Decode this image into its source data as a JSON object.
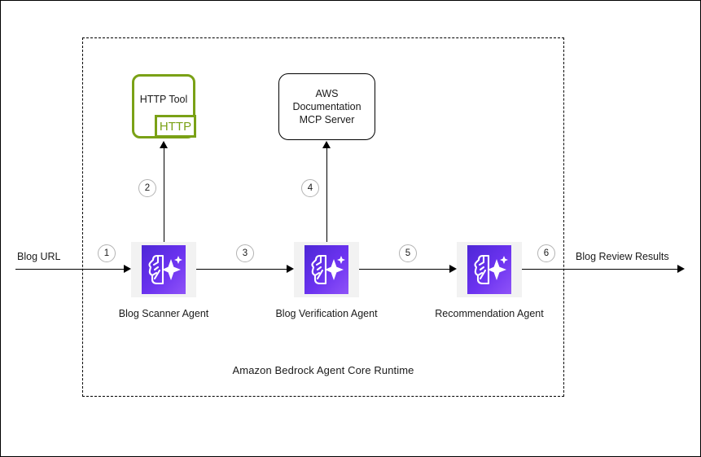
{
  "diagram": {
    "runtime": {
      "label": "Amazon Bedrock Agent Core Runtime"
    },
    "input_label": "Blog URL",
    "output_label": "Blog Review Results",
    "tools": {
      "http_tool": {
        "title": "HTTP Tool",
        "badge": "HTTP",
        "accent_color": "#7aa116"
      },
      "mcp_server": {
        "title": "AWS Documentation\nMCP Server",
        "line1": "AWS Documentation",
        "line2": "MCP Server"
      }
    },
    "agents": [
      {
        "label": "Blog Scanner Agent",
        "icon": "bedrock-agent-icon"
      },
      {
        "label": "Blog Verification Agent",
        "icon": "bedrock-agent-icon"
      },
      {
        "label": "Recommendation Agent",
        "icon": "bedrock-agent-icon"
      }
    ],
    "steps": [
      {
        "number": "1"
      },
      {
        "number": "2"
      },
      {
        "number": "3"
      },
      {
        "number": "4"
      },
      {
        "number": "5"
      },
      {
        "number": "6"
      }
    ],
    "colors": {
      "agent_purple_dark": "#4d27d6",
      "agent_purple_light": "#8a4df7",
      "tool_green": "#7aa116",
      "tile_gray": "#f2f2f2",
      "badge_border": "#b3b3b3",
      "line": "#000000"
    }
  }
}
